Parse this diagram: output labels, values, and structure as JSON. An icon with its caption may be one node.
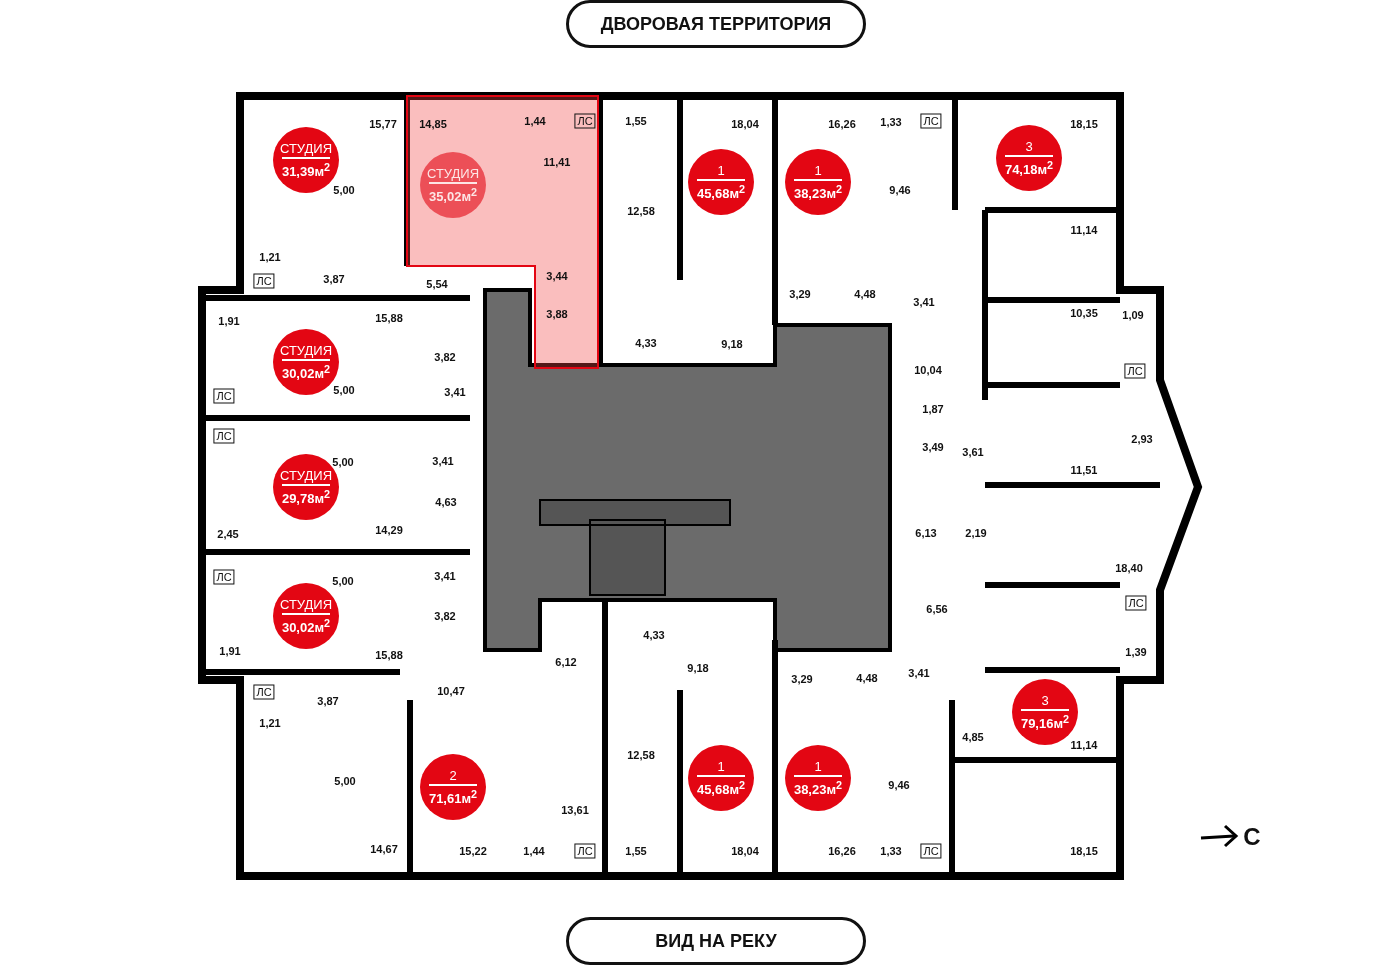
{
  "diagram": {
    "nodes": [
      {
        "text": [
          "ДВОРОВАЯ ТЕРРИТОРИЯ"
        ]
      },
      {
        "text": [
          "СТУДИЯ",
          "31,39м$^{2}$"
        ]
      },
      {
        "text": [
          "СТУДИЯ",
          "35,02м$^{2}$"
        ]
      },
      {
        "text": [
          "1",
          "45,68м$^{2}$"
        ]
      },
      {
        "text": [
          "1",
          "38,23м$^{2}$"
        ]
      },
      {
        "text": [
          "3",
          "74,18м$^{2}$"
        ]
      },
      {
        "text": [
          "СТУДИЯ",
          "30,02м$^{2}$"
        ]
      },
      {
        "text": [
          "СТУДИЯ",
          "29,78м$^{2}$"
        ]
      },
      {
        "text": [
          "СТУДИЯ",
          "30,02м$^{2}$"
        ]
      },
      {
        "text": [
          "3",
          "79,16м$^{2}$"
        ]
      },
      {
        "text": [
          "2",
          "71,61м$^{2}$"
        ]
      },
      {
        "text": [
          "1",
          "45,68м$^{2}$"
        ]
      },
      {
        "text": [
          "1",
          "38,23м$^{2}$"
        ]
      },
      {
        "text": [
          "ВИД НА РЕКУ"
        ]
      }
    ],
    "edges": [],
    "labels": [
      "15,77",
      "14,85",
      "1,44",
      "ЛС",
      "1,55",
      "18,04",
      "16,26",
      "1,33",
      "ЛС",
      "18,15",
      "11,41",
      "5,00",
      "9,46",
      "12,58",
      "11,14",
      "1,21",
      "ЛС",
      "3,87",
      "5,54",
      "3,44",
      "3,29",
      "4,48",
      "3,41",
      "1,91",
      "15,88",
      "3,88",
      "10,35",
      "1,09",
      "3,82",
      "4,33",
      "9,18",
      "10,04",
      "ЛС",
      "ЛС",
      "5,00",
      "3,41",
      "1,87",
      "ЛС",
      "5,00",
      "3,41",
      "3,49",
      "3,61",
      "2,93",
      "11,51",
      "4,63",
      "2,45",
      "14,29",
      "6,13",
      "2,19",
      "18,40",
      "ЛС",
      "5,00",
      "3,41",
      "3,82",
      "6,56",
      "ЛС",
      "4,33",
      "1,91",
      "15,88",
      "1,39",
      "6,12",
      "9,18",
      "3,29",
      "4,48",
      "3,41",
      "ЛС",
      "3,87",
      "10,47",
      "1,21",
      "4,85",
      "11,14",
      "12,58",
      "5,00",
      "9,46",
      "13,61",
      "С",
      "14,67",
      "15,22",
      "1,44",
      "ЛС",
      "1,55",
      "18,04",
      "16,26",
      "1,33",
      "ЛС",
      "18,15"
    ]
  }
}
